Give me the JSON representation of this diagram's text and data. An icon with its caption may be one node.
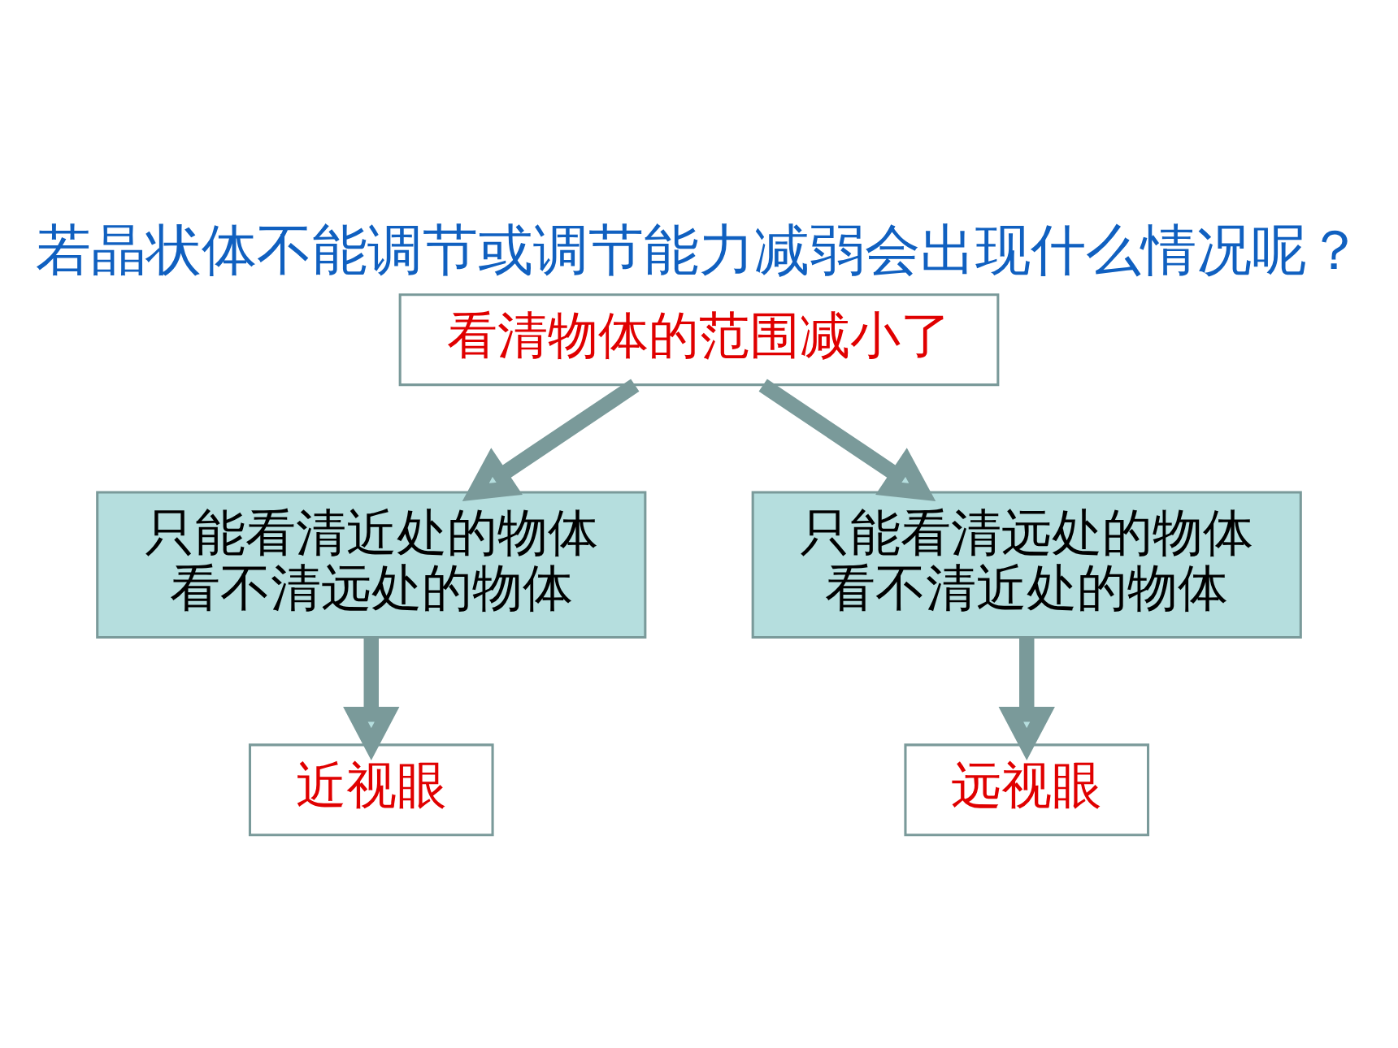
{
  "diagram": {
    "title": "若晶状体不能调节或调节能力减弱会出现什么情况呢？",
    "nodes": [
      {
        "text": [
          "看清物体的范围减小了"
        ]
      },
      {
        "text": [
          "只能看清近处的物体",
          "看不清远处的物体"
        ]
      },
      {
        "text": [
          "只能看清远处的物体",
          "看不清近处的物体"
        ]
      },
      {
        "text": [
          "近视眼"
        ]
      },
      {
        "text": [
          "远视眼"
        ]
      }
    ],
    "edges": [
      {
        "from": 0,
        "to": 1,
        "arrow": "to"
      },
      {
        "from": 0,
        "to": 2,
        "arrow": "to"
      },
      {
        "from": 1,
        "to": 3,
        "arrow": "to"
      },
      {
        "from": 2,
        "to": 4,
        "arrow": "to"
      }
    ]
  }
}
